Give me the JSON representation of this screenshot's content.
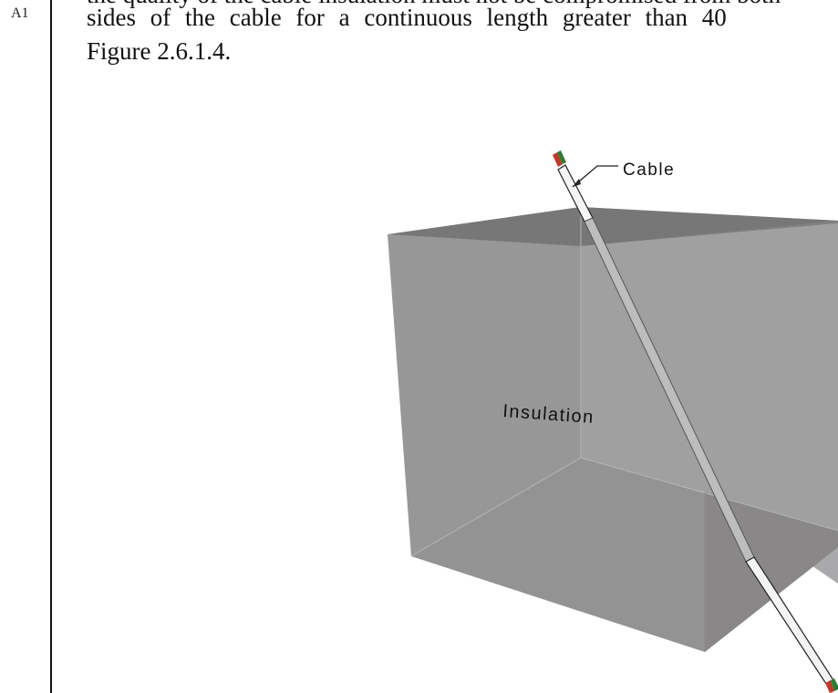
{
  "document": {
    "margin_marker": "A1",
    "partial_line": "the quality of the cable insulation must not be compromised from both",
    "line_1": "sides of the cable for a continuous length greater than 40",
    "line_2": "Figure 2.6.1.4."
  },
  "figure": {
    "cable_label": "Cable",
    "insulation_label": "Insulation",
    "colors": {
      "insulation_fill": "#9a9a9a",
      "insulation_top": "#7c7c7c",
      "cable_white": "#f2f2f2",
      "cable_outline": "#222222",
      "wire_red": "#c0392b",
      "wire_green": "#2e7d32"
    }
  }
}
